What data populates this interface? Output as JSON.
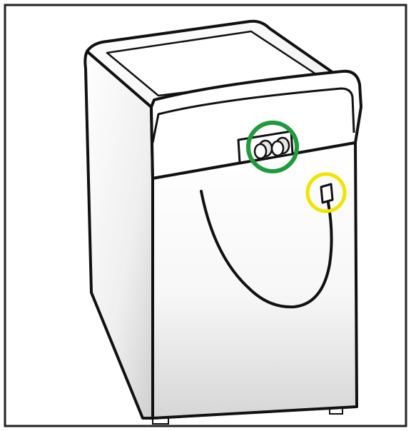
{
  "diagram": {
    "subject": "washing-machine-rear-view",
    "colors": {
      "outline": "#111111",
      "body_light": "#ffffff",
      "body_shade": "#d9d9d9",
      "highlight_green": "#1f9a3d",
      "highlight_yellow": "#f2e400",
      "frame": "#222222"
    },
    "highlights": [
      {
        "name": "water-inlet-valves",
        "color": "green"
      },
      {
        "name": "power-cord-outlet",
        "color": "yellow"
      }
    ]
  }
}
